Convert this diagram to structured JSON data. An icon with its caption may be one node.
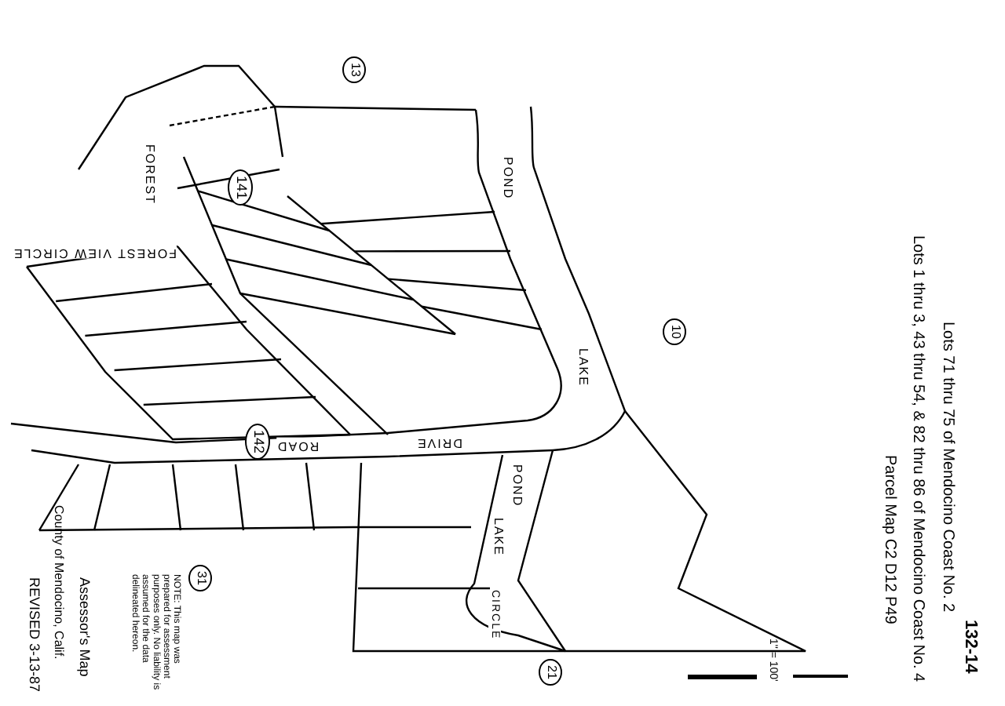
{
  "diagram": {
    "labels": [
      "132-14",
      "Lots 71 thru 75 of Mendocino Coast No. 2",
      "Lots 1 thru 3, 43 thru 54, & 82 thru 86 of Mendocino Coast No. 4",
      "Parcel Map C2 D12 P49",
      "13",
      "POND",
      "141",
      "10",
      "FOREST",
      "FOREST VIEW CIRCLE",
      "LAKE",
      "142",
      "ROAD",
      "DRIVE",
      "POND",
      "LAKE",
      "CIRCLE",
      "31",
      "NOTE: This map was prepared for assessment purposes only. No liability is assumed for the data delineated hereon.",
      "Assessor's Map",
      "County of Mendocino, Calif.",
      "REVISED 3-13-87",
      "21",
      "1\" = 100'"
    ]
  }
}
